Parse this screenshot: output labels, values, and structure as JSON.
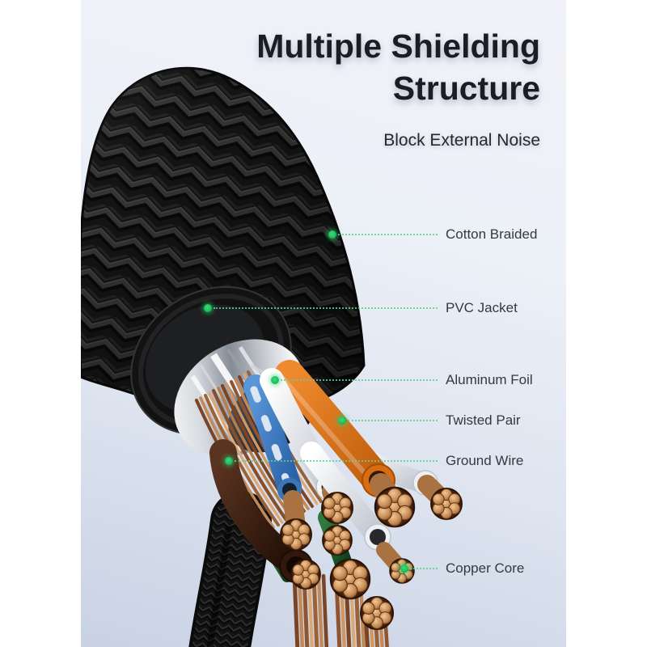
{
  "hero": {
    "title_line1": "Multiple Shielding",
    "title_line2": "Structure",
    "subtitle": "Block External Noise"
  },
  "callouts": [
    {
      "label": "Cotton Braided"
    },
    {
      "label": "PVC Jacket"
    },
    {
      "label": "Aluminum Foil"
    },
    {
      "label": "Twisted Pair"
    },
    {
      "label": "Ground Wire"
    },
    {
      "label": "Copper Core"
    }
  ],
  "colors": {
    "accent_green": "#1fc05f",
    "leader_line_green": "#62cf92",
    "title_text": "#1b1d22",
    "label_text": "#35383e",
    "photo_bg_top": "#f1f2f9",
    "photo_bg_bottom": "#c9d2e4",
    "canvas": "#ffffff",
    "braid_black": "#141414",
    "copper": "#c18a58",
    "orange_wire": "#e0741a",
    "blue_wire": "#3a76b8"
  }
}
